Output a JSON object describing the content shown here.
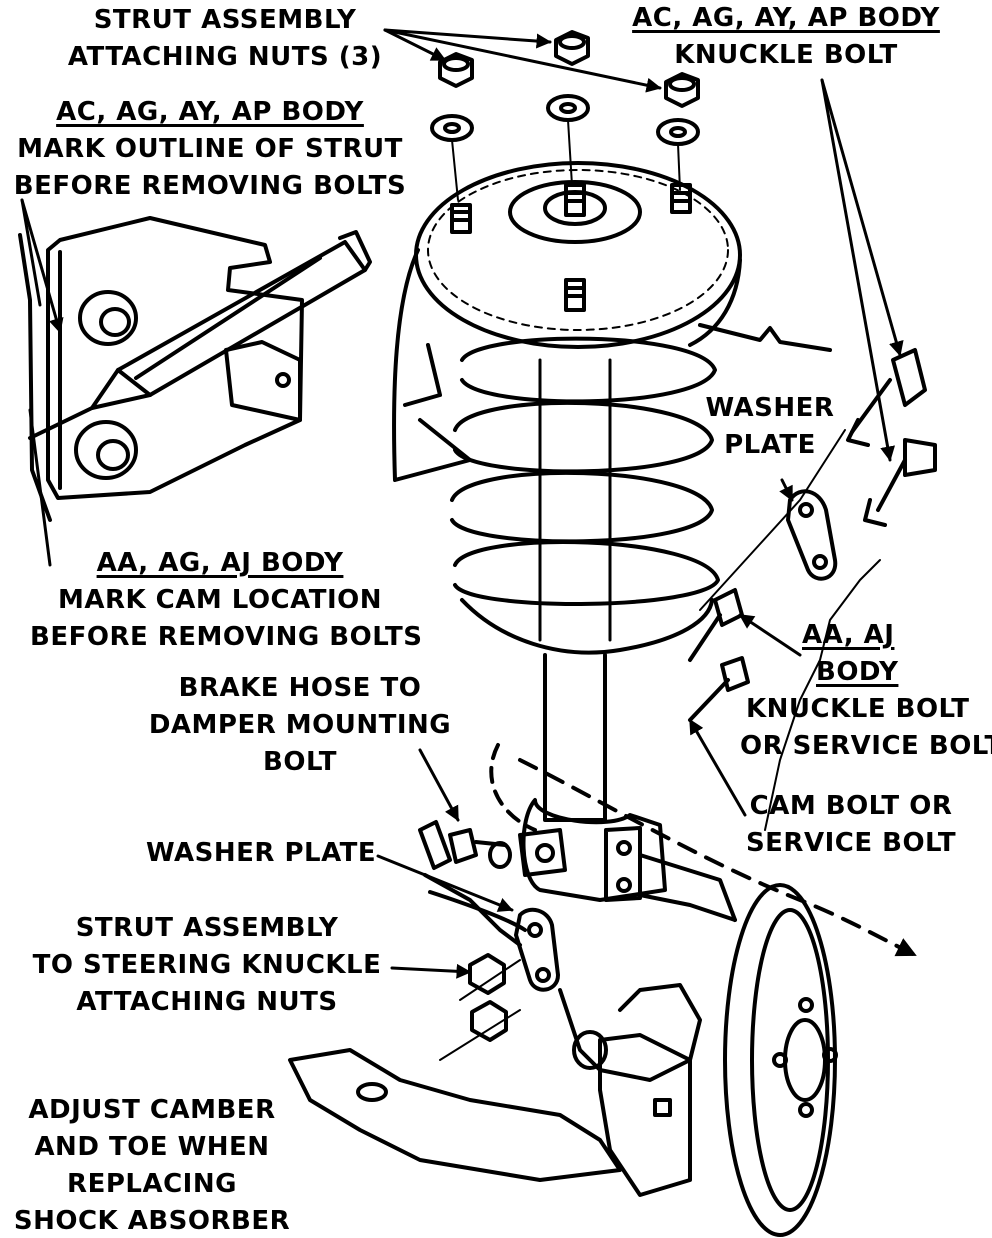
{
  "labels": {
    "strut_nuts": [
      "STRUT ASSEMBLY",
      "ATTACHING NUTS (3)"
    ],
    "knuckle_bolt_top": [
      "AC, AG, AY, AP BODY",
      "KNUCKLE BOLT"
    ],
    "mark_outline": [
      "AC, AG, AY, AP BODY",
      "MARK OUTLINE OF STRUT",
      "BEFORE REMOVING BOLTS"
    ],
    "washer_plate_right": [
      "WASHER",
      "PLATE"
    ],
    "mark_cam": [
      "AA, AG, AJ BODY",
      "MARK CAM LOCATION",
      "BEFORE REMOVING BOLTS"
    ],
    "aa_aj_body": [
      "AA, AJ",
      "BODY",
      "KNUCKLE BOLT",
      "OR SERVICE BOLT"
    ],
    "brake_hose": [
      "BRAKE HOSE TO",
      "DAMPER MOUNTING",
      "BOLT"
    ],
    "cam_bolt": [
      "CAM BOLT OR",
      "SERVICE BOLT"
    ],
    "washer_plate_left": "WASHER PLATE",
    "strut_to_knuckle": [
      "STRUT ASSEMBLY",
      "TO STEERING KNUCKLE",
      "ATTACHING NUTS"
    ],
    "adjust_camber": [
      "ADJUST CAMBER",
      "AND TOE WHEN",
      "REPLACING",
      "SHOCK ABSORBER"
    ]
  }
}
